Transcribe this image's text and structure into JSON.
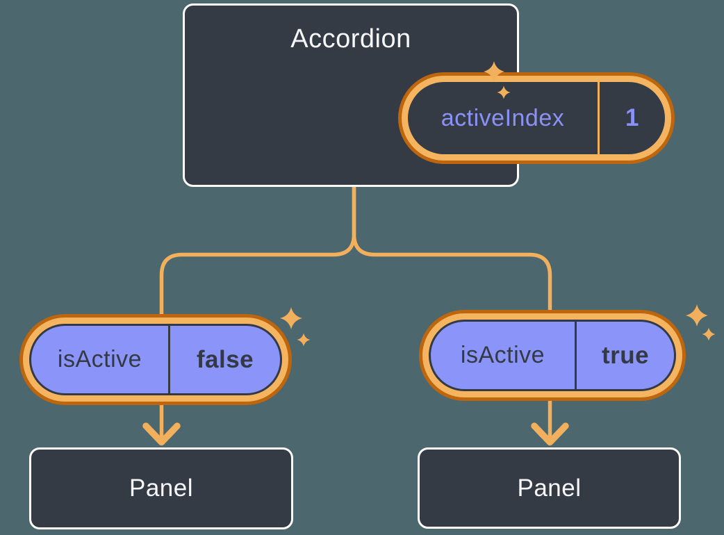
{
  "diagram": {
    "root_component": {
      "title": "Accordion",
      "state": {
        "name": "activeIndex",
        "value": "1"
      }
    },
    "children": [
      {
        "prop": {
          "name": "isActive",
          "value": "false"
        },
        "component": {
          "title": "Panel"
        }
      },
      {
        "prop": {
          "name": "isActive",
          "value": "true"
        },
        "component": {
          "title": "Panel"
        }
      }
    ]
  },
  "icons": {
    "sparkles": [
      "sparkle-icon-root-state",
      "sparkle-icon-left-prop",
      "sparkle-icon-right-prop"
    ],
    "arrows": [
      "arrow-down-icon-left",
      "arrow-down-icon-right"
    ]
  },
  "colors": {
    "background": "#4C676E",
    "component_fill": "#353B45",
    "component_border": "#FFFFFF",
    "component_text": "#F6F7F9",
    "state_text": "#8A92F7",
    "prop_fill": "#8B94F8",
    "prop_text": "#333A45",
    "connector": "#F2B05D",
    "pill_ring_outer": "#BE660E",
    "pill_ring_inner": "#F5B45F",
    "sparkle": "#F2B05D"
  }
}
